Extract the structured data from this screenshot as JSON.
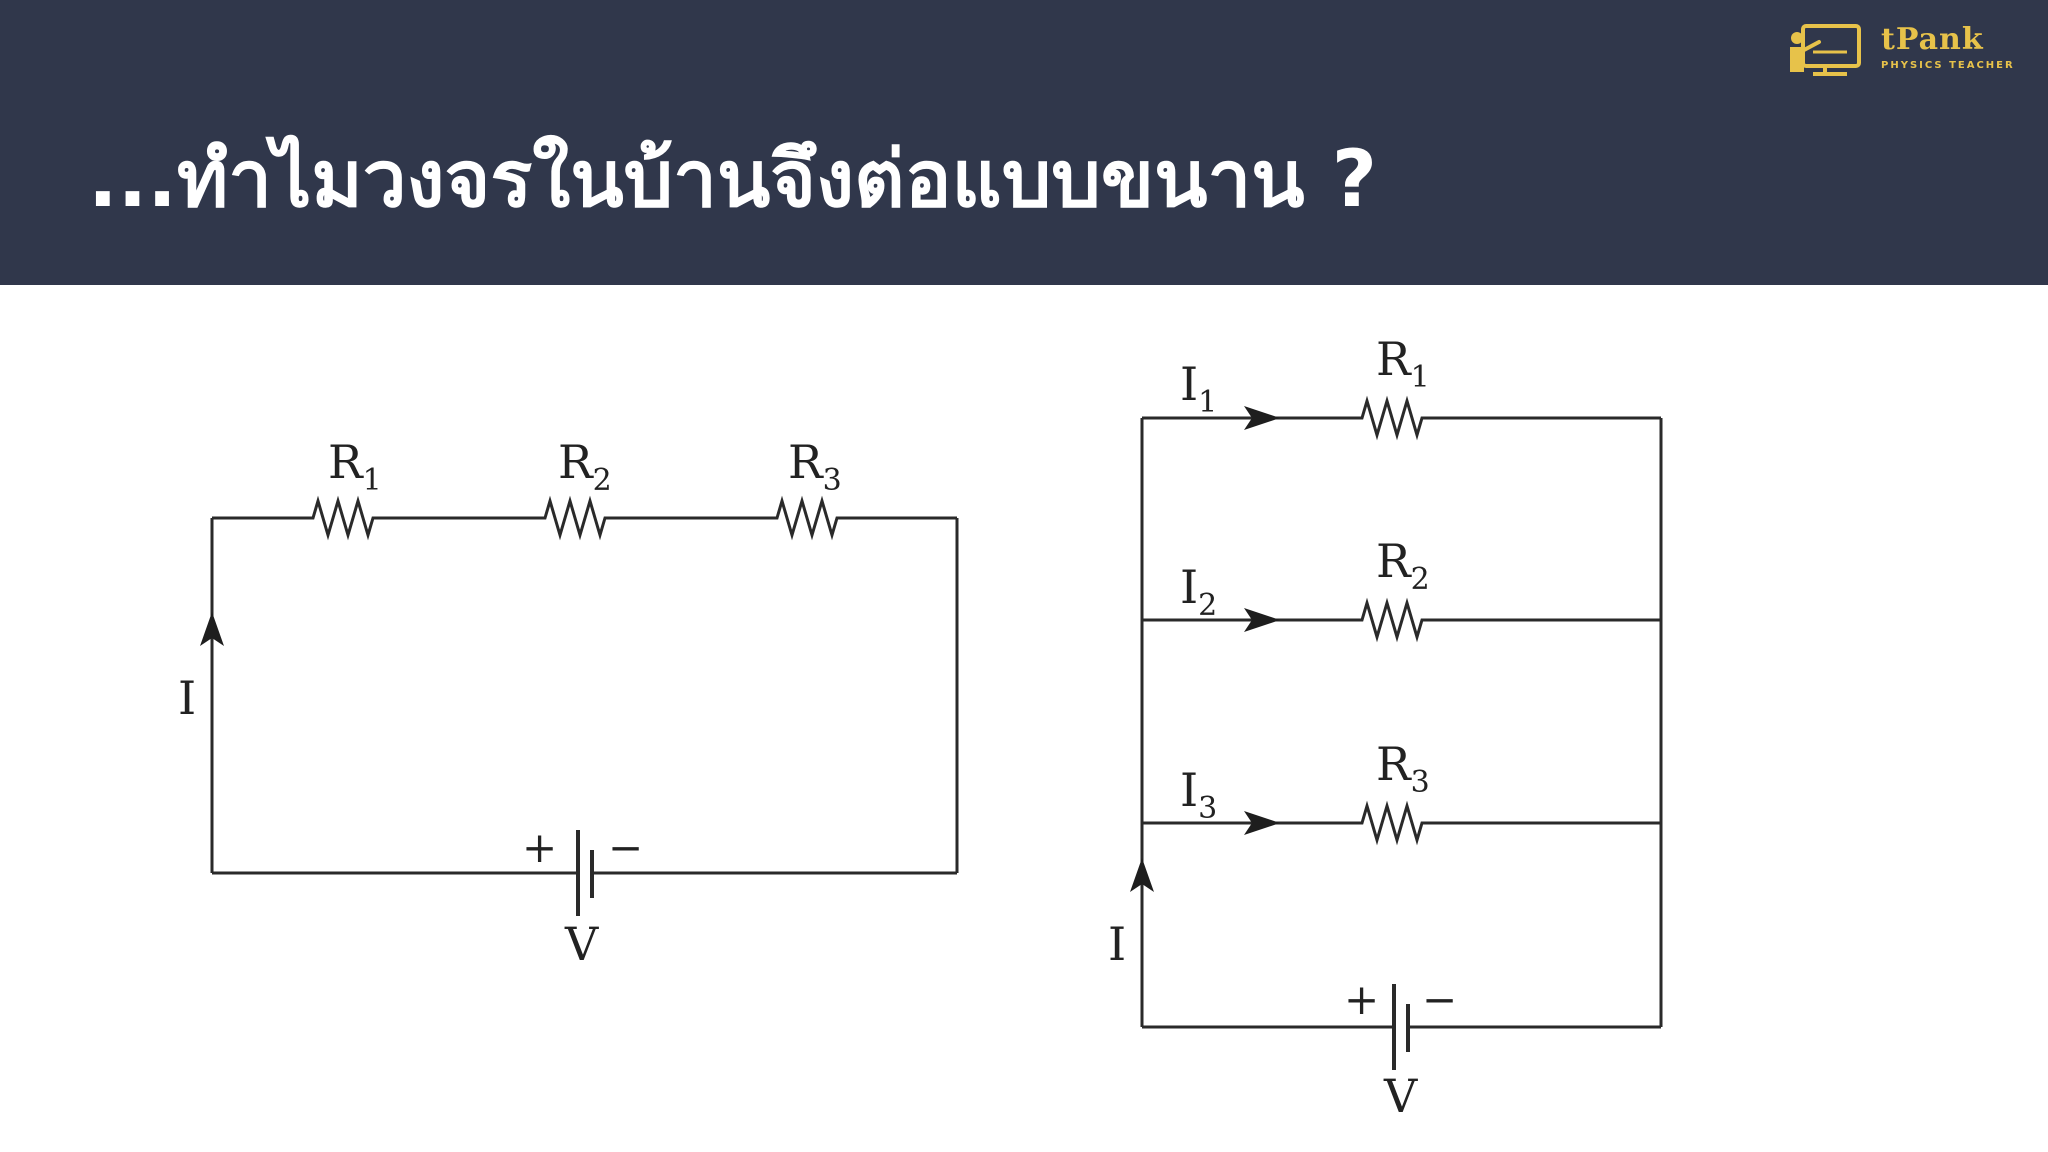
{
  "slide": {
    "title": "...ทำไมวงจรในบ้านจึงต่อแบบขนาน ?",
    "colors": {
      "header_bg": "#30374b",
      "title_text": "#ffffff",
      "logo_gold": "#e7c24a",
      "diagram_line": "#2a2a2a"
    }
  },
  "logo": {
    "name": "tPank",
    "tagline": "PHYSICS TEACHER",
    "icon": "teacher-at-board-icon"
  },
  "series_circuit": {
    "resistors": [
      {
        "symbol": "R",
        "subscript": "1"
      },
      {
        "symbol": "R",
        "subscript": "2"
      },
      {
        "symbol": "R",
        "subscript": "3"
      }
    ],
    "current_label": "I",
    "source": {
      "plus": "+",
      "minus": "−",
      "voltage_label": "V"
    }
  },
  "parallel_circuit": {
    "branches": [
      {
        "resistor": {
          "symbol": "R",
          "subscript": "1"
        },
        "current": {
          "symbol": "I",
          "subscript": "1"
        }
      },
      {
        "resistor": {
          "symbol": "R",
          "subscript": "2"
        },
        "current": {
          "symbol": "I",
          "subscript": "2"
        }
      },
      {
        "resistor": {
          "symbol": "R",
          "subscript": "3"
        },
        "current": {
          "symbol": "I",
          "subscript": "3"
        }
      }
    ],
    "current_label": "I",
    "source": {
      "plus": "+",
      "minus": "−",
      "voltage_label": "V"
    }
  }
}
